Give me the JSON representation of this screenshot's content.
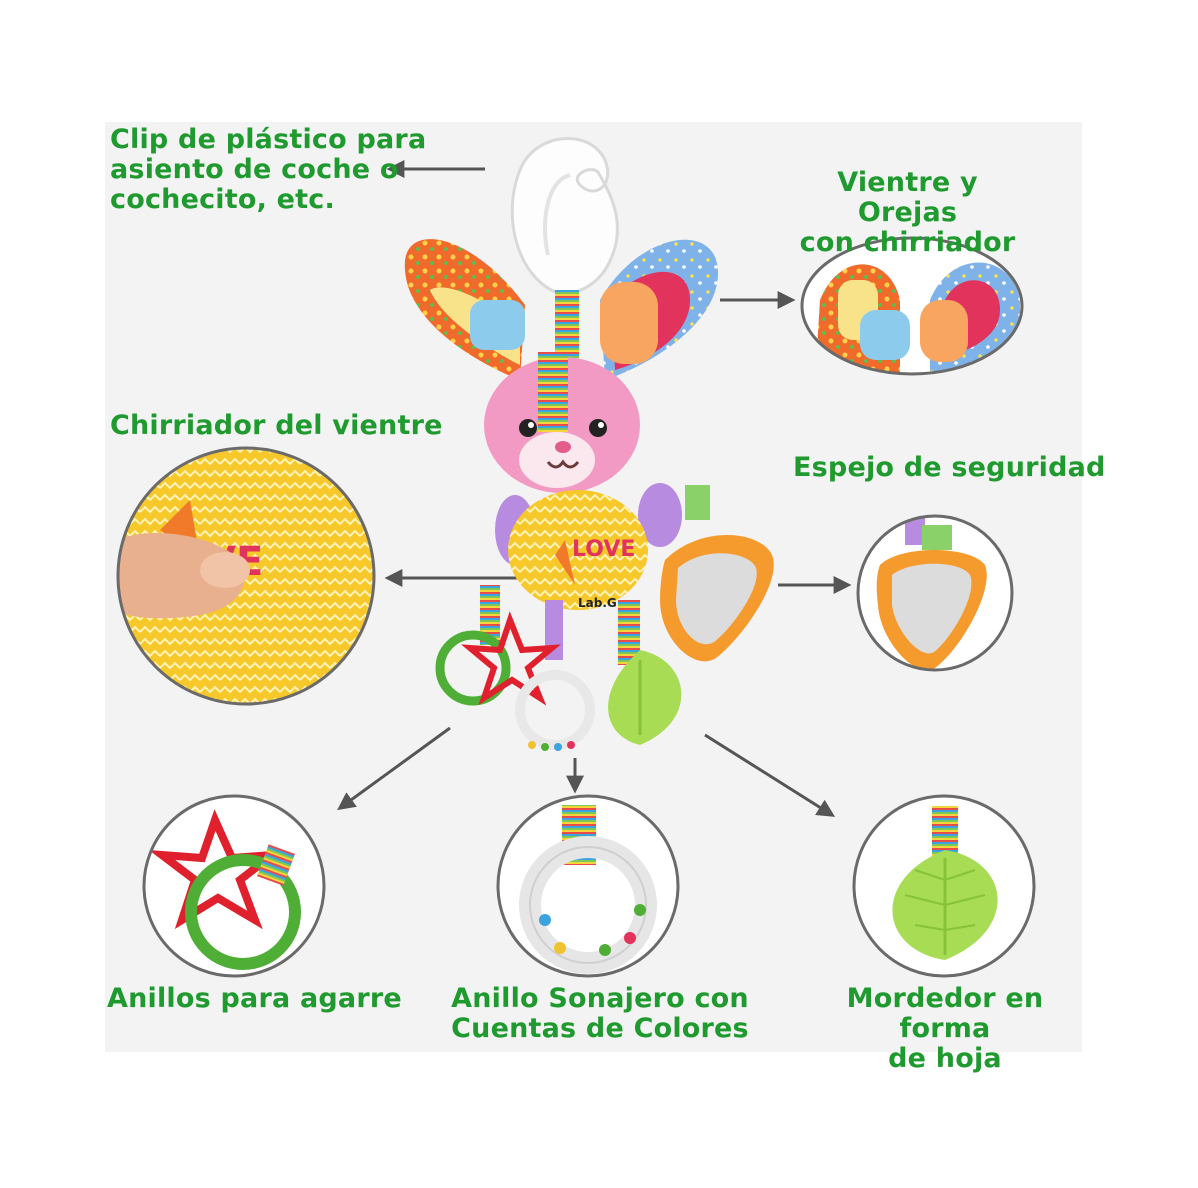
{
  "labels": {
    "clip": "Clip de plástico para\nasiento de coche o\ncochecito, etc.",
    "ears": "Vientre y Orejas\ncon chirriador",
    "belly": "Chirriador del vientre",
    "mirror": "Espejo de seguridad",
    "rings": "Anillos para agarre",
    "rattle": "Anillo Sonajero con\nCuentas de Colores",
    "teether": "Mordedor en forma\nde hoja"
  },
  "toy": {
    "belly_text": "LOVE",
    "brand": "Lab.G"
  },
  "colors": {
    "label_green": "#1f9a2f",
    "arrow_gray": "#555555",
    "panel_bg": "#f3f3f3",
    "circle_border": "#6a6a6a"
  }
}
